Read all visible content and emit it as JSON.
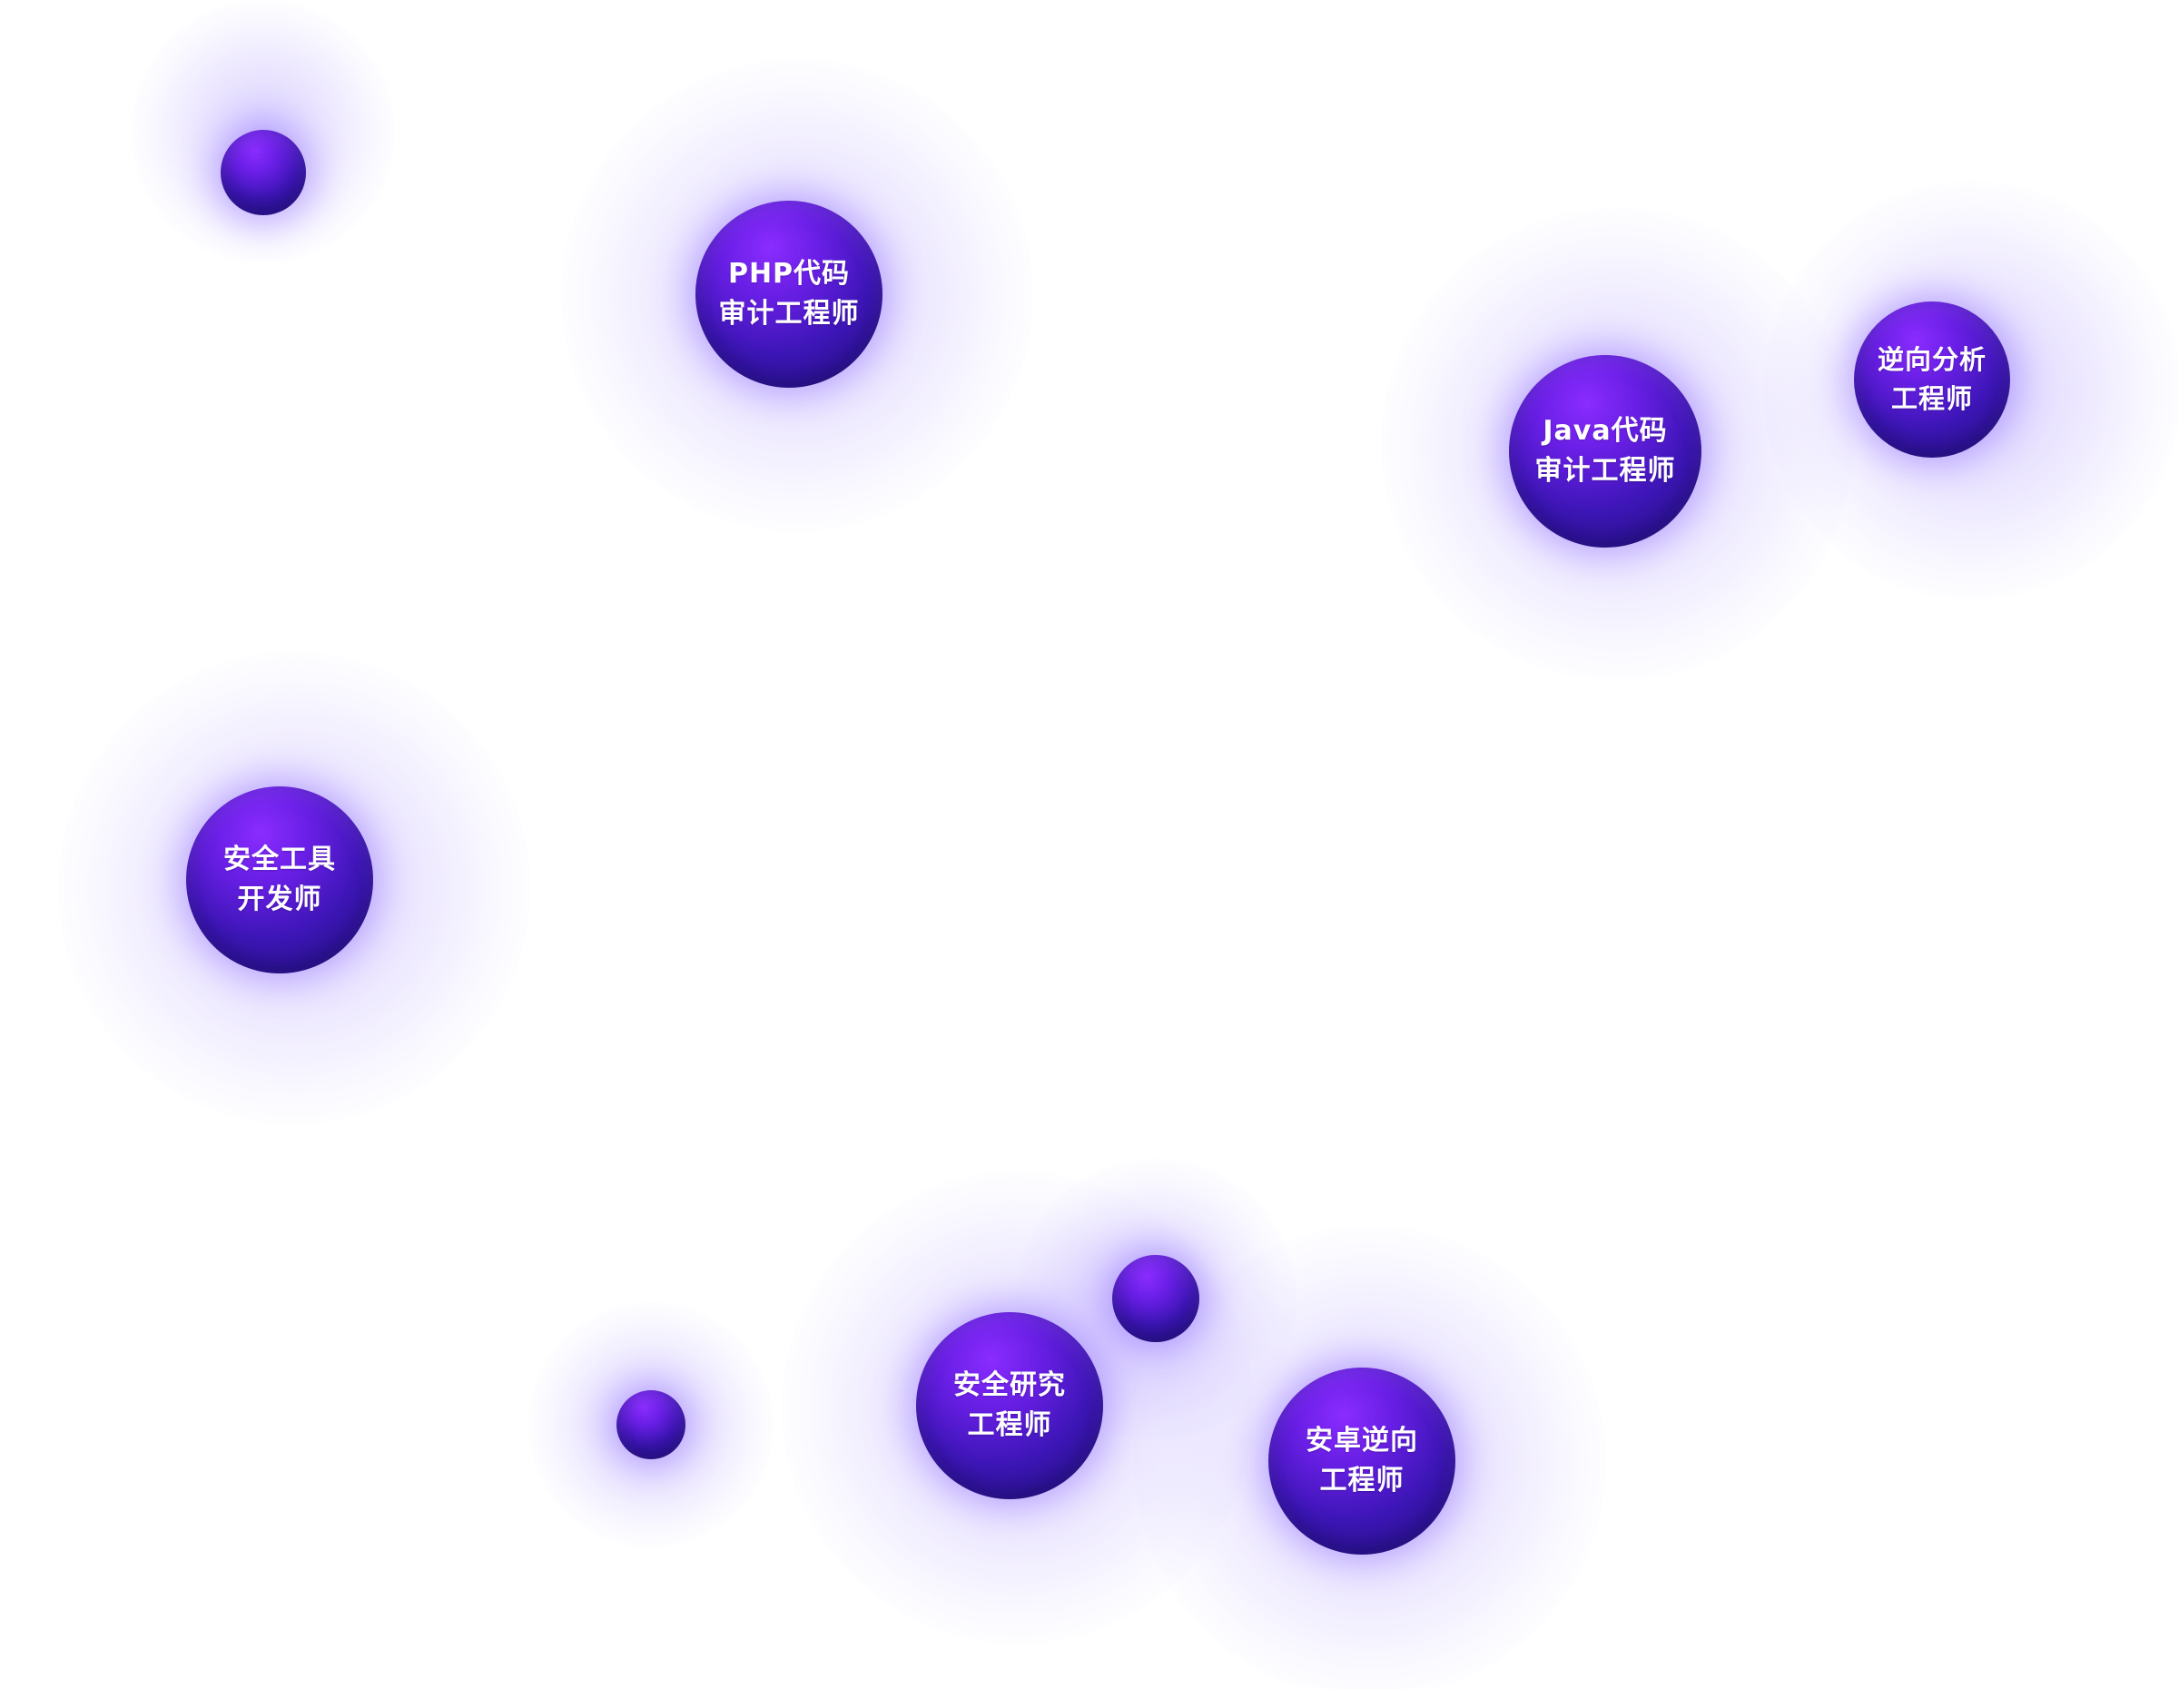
{
  "bubbles": [
    {
      "line1": "PHP代码",
      "line2": "审计工程师"
    },
    {
      "line1": "Java代码",
      "line2": "审计工程师"
    },
    {
      "line1": "逆向分析",
      "line2": "工程师"
    },
    {
      "line1": "安全工具",
      "line2": "开发师"
    },
    {
      "line1": "安全研究",
      "line2": "工程师"
    },
    {
      "line1": "安卓逆向",
      "line2": "工程师"
    }
  ],
  "colors": {
    "orb_top": "#8a2cff",
    "orb_mid": "#3e16b8",
    "orb_bottom": "#22117f",
    "glow": "#785aff",
    "text": "#ffffff",
    "background": "#ffffff"
  }
}
